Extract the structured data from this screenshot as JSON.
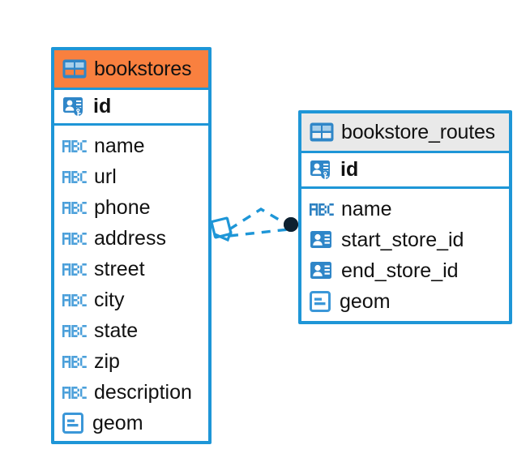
{
  "diagram": {
    "title": "database-schema-erd",
    "background_color": "#ffffff",
    "accent_color": "#1e96d7",
    "highlight_color": "#f9803f",
    "neutral_header_color": "#e9e9e9",
    "text_color": "#111111"
  },
  "entities": [
    {
      "name": "bookstores",
      "header_label": "bookstores",
      "header_style": "accent",
      "header_icon": "table-icon",
      "primary_key": {
        "label": "id",
        "icon": "primary-key-icon"
      },
      "fields": [
        {
          "label": "name",
          "icon": "abc-text-icon"
        },
        {
          "label": "url",
          "icon": "abc-text-icon"
        },
        {
          "label": "phone",
          "icon": "abc-text-icon"
        },
        {
          "label": "address",
          "icon": "abc-text-icon"
        },
        {
          "label": "street",
          "icon": "abc-text-icon"
        },
        {
          "label": "city",
          "icon": "abc-text-icon"
        },
        {
          "label": "state",
          "icon": "abc-text-icon"
        },
        {
          "label": "zip",
          "icon": "abc-text-icon"
        },
        {
          "label": "description",
          "icon": "abc-text-icon"
        },
        {
          "label": "geom",
          "icon": "geometry-icon"
        }
      ]
    },
    {
      "name": "bookstore_routes",
      "header_label": "bookstore_routes",
      "header_style": "neutral",
      "header_icon": "table-icon",
      "primary_key": {
        "label": "id",
        "icon": "primary-key-icon"
      },
      "fields": [
        {
          "label": "name",
          "icon": "abc-text-icon"
        },
        {
          "label": "start_store_id",
          "icon": "foreign-key-icon"
        },
        {
          "label": "end_store_id",
          "icon": "foreign-key-icon"
        },
        {
          "label": "geom",
          "icon": "geometry-icon"
        }
      ]
    }
  ],
  "relationship": {
    "style": "dashed",
    "color": "#1e96d7",
    "source_marker": "diamond-marker",
    "target_marker": "filled-circle-marker",
    "target_marker_color": "#0d2030"
  }
}
